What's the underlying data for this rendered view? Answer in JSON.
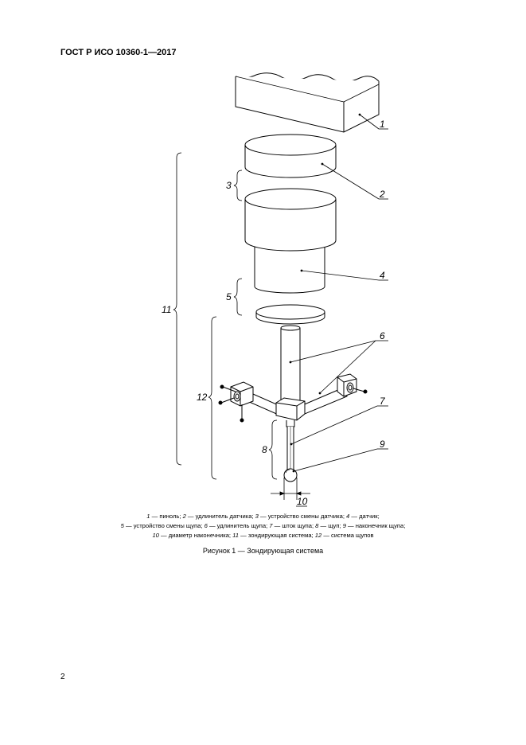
{
  "header": {
    "standard": "ГОСТ Р ИСО 10360-1—2017"
  },
  "figure": {
    "labels": {
      "l1": "1",
      "l2": "2",
      "l3": "3",
      "l4": "4",
      "l5": "5",
      "l6": "6",
      "l7": "7",
      "l8": "8",
      "l9": "9",
      "l10": "10",
      "l11": "11",
      "l12": "12"
    },
    "legend": [
      [
        {
          "n": "1",
          "t": " — пиноль; "
        },
        {
          "n": "2",
          "t": " — удлинитель датчика; "
        },
        {
          "n": "3",
          "t": " — устройство смены датчика; "
        },
        {
          "n": "4",
          "t": " — датчик;"
        }
      ],
      [
        {
          "n": "5",
          "t": " — устройство смены щупа; "
        },
        {
          "n": "6",
          "t": " — удлинитель щупа; "
        },
        {
          "n": "7",
          "t": " — шток щупа; "
        },
        {
          "n": "8",
          "t": " — щуп; "
        },
        {
          "n": "9",
          "t": " — наконечник щупа;"
        }
      ],
      [
        {
          "n": "10",
          "t": " — диаметр наконечника; "
        },
        {
          "n": "11",
          "t": " — зондирующая система; "
        },
        {
          "n": "12",
          "t": " — система щупов"
        }
      ]
    ],
    "caption": "Рисунок 1 — Зондирующая система"
  },
  "page": {
    "number": "2"
  }
}
